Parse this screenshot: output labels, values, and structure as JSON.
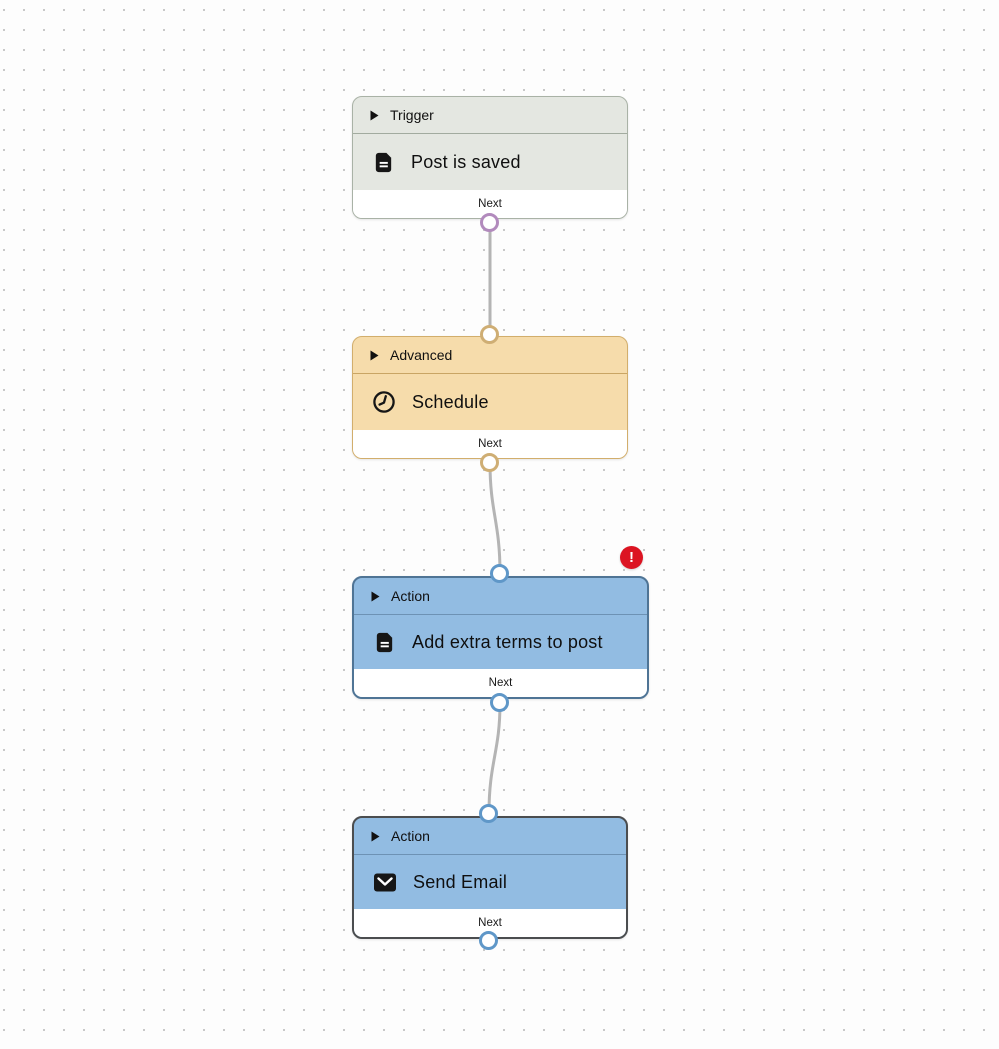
{
  "canvas": {
    "background_color": "#fdfdfd",
    "dot_color": "#c7c7c7",
    "connector_color": "#b4b4b4"
  },
  "nodes": [
    {
      "category": "Trigger",
      "title": "Post is saved",
      "icon": "document-icon",
      "footer_label": "Next",
      "has_error": false,
      "colors": {
        "background": "#e4e7e1",
        "border": "#a9b2a6",
        "port": "#b28abd"
      }
    },
    {
      "category": "Advanced",
      "title": "Schedule",
      "icon": "clock-icon",
      "footer_label": "Next",
      "has_error": false,
      "colors": {
        "background": "#f6dcab",
        "border": "#d2ae6c",
        "port": "#cfae74"
      }
    },
    {
      "category": "Action",
      "title": "Add extra terms to post",
      "icon": "document-icon",
      "footer_label": "Next",
      "has_error": true,
      "colors": {
        "background": "#92bce2",
        "border": "#4f7495",
        "port": "#5f97c8"
      }
    },
    {
      "category": "Action",
      "title": "Send Email",
      "icon": "mail-icon",
      "footer_label": "Next",
      "has_error": false,
      "colors": {
        "background": "#92bce2",
        "border": "#4b4d4f",
        "port": "#5f97c8"
      }
    }
  ],
  "error_badge": {
    "symbol": "!",
    "color": "#dc1422"
  }
}
